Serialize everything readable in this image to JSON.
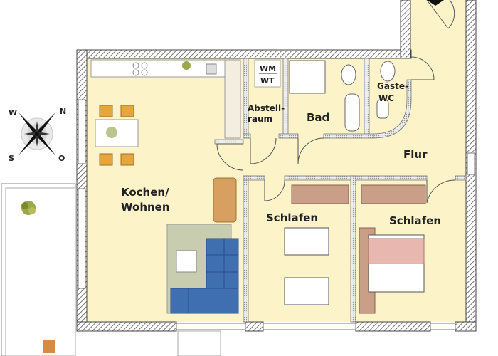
{
  "plan": {
    "rooms": {
      "kitchen_living": [
        "Kochen/",
        "Wohnen"
      ],
      "storage": [
        "Abstell-",
        "raum"
      ],
      "bath": "Bad",
      "guest_wc": [
        "Gäste-",
        "WC"
      ],
      "hall": "Flur",
      "bedroom_1": "Schlafen",
      "bedroom_2": "Schlafen"
    },
    "appliances": [
      "WM",
      "WT"
    ],
    "compass": {
      "north": "N",
      "east": "O",
      "south": "S",
      "west": "W"
    }
  },
  "colors": {
    "floor": "#fcf3c9",
    "wall_hatch": "#555555",
    "sofa": "#3f6fb0",
    "rug": "#c9cdb0",
    "furniture_wood": "#d8a060"
  }
}
